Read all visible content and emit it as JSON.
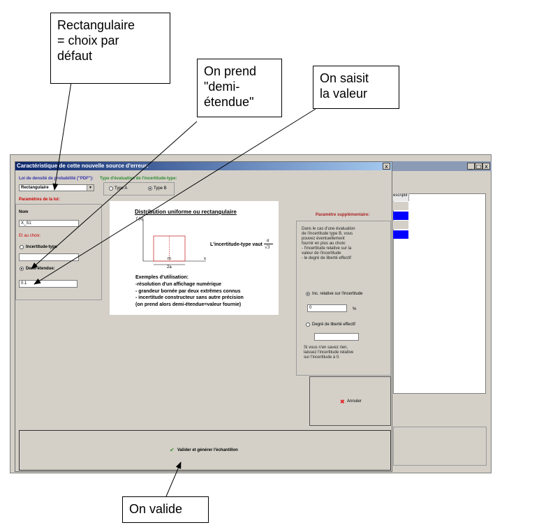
{
  "background_window": {
    "list_header": "escriptif",
    "buttons": {
      "minimize": "_",
      "maximize": "□",
      "close": "x"
    }
  },
  "dialog": {
    "title": "Caractéristique de cette nouvelle source d'erreur:",
    "close_symbol": "x",
    "pdf_label": "Loi de densité de probabilité (\"PDF\"):",
    "pdf_value": "Rectangulaire",
    "type_label": "Type d'évaluation de l'incertitude-type:",
    "type_a": "Type A",
    "type_b": "Type B",
    "params_label": "Paramètres de la loi:",
    "nom_label": "Nom",
    "nom_value": "X_S1",
    "choice_label": "Et au choix:",
    "option_incertitude": "Incertitude-type",
    "option_demi": "Demi-étendue:",
    "demi_value": "0.1",
    "supp_label": "Paramètre supplémentaire:",
    "supp_text": [
      "Dans le cas d'une évaluation",
      "de l'incertitude type B, vous",
      "pouvez éventuellement",
      "fournir en plus au choix:",
      "- l'incertitude relative sur la",
      "valeur de l'incertitude",
      "- le degré de liberté effectif"
    ],
    "inc_relative_label": "Inc. relative sur l'incertitude",
    "inc_relative_value": "0",
    "percent": "%",
    "degre_label": "Degré de liberté effectif",
    "degre_value": "",
    "note_text": [
      "Si vous n'en savez rien,",
      "laissez l'incertitude relative",
      "sur l'incertitude à 0."
    ],
    "annuler": "Annuler",
    "valider": "Valider et générer l'échantillon"
  },
  "figure": {
    "title": "Distribution uniforme ou rectangulaire",
    "fx_label": "f (x)",
    "m_label": "m",
    "x_label": "x",
    "twoa_label": "2a",
    "formula_text": "L'incertitude-type vaut",
    "formula_num": "a",
    "formula_den": "√3",
    "examples_title": "Exemples d'utilisation:",
    "examples": [
      "-résolution d'un affichage numérique",
      "- grandeur bornée par deux extrêmes connus",
      "- incertitude constructeur sans autre précision",
      "(on prend alors demi-étendue=valeur fournie)"
    ]
  },
  "annotations": {
    "callout1": [
      "Rectangulaire",
      "= choix par",
      "défaut"
    ],
    "callout2": [
      "On prend",
      "\"demi-",
      "étendue\""
    ],
    "callout3": [
      "On saisit",
      "la valeur"
    ],
    "callout4": [
      "On valide"
    ]
  }
}
